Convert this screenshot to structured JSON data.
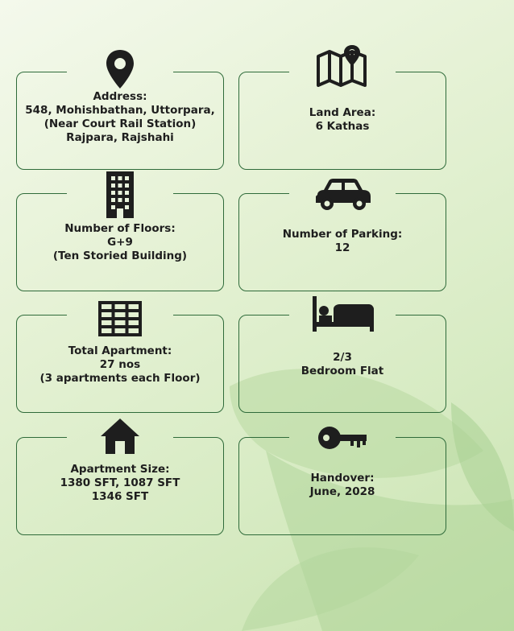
{
  "cards": {
    "address": {
      "title": "Address:",
      "lines": [
        "548, Mohishbathan, Uttorpara,",
        "(Near Court Rail Station)",
        "Rajpara, Rajshahi"
      ],
      "icon": "map-pin-icon"
    },
    "land_area": {
      "title": "Land Area:",
      "lines": [
        "6 Kathas"
      ],
      "icon": "map-icon"
    },
    "floors": {
      "title": "Number of Floors:",
      "lines": [
        "G+9",
        "(Ten Storied Building)"
      ],
      "icon": "building-icon"
    },
    "parking": {
      "title": "Number of Parking:",
      "lines": [
        "12"
      ],
      "icon": "car-icon"
    },
    "apartments": {
      "title": "Total Apartment:",
      "lines": [
        "27 nos",
        "(3 apartments each Floor)"
      ],
      "icon": "grid-icon"
    },
    "bedroom": {
      "title": "2/3",
      "lines": [
        "Bedroom Flat"
      ],
      "icon": "bed-icon"
    },
    "size": {
      "title": "Apartment Size:",
      "lines": [
        "1380 SFT, 1087 SFT",
        "1346 SFT"
      ],
      "icon": "house-icon"
    },
    "handover": {
      "title": "Handover:",
      "lines": [
        "June, 2028"
      ],
      "icon": "key-icon"
    }
  },
  "colors": {
    "border": "#2f6b3a",
    "icon": "#1e1e1e",
    "leaf": "#b9d9a3"
  }
}
